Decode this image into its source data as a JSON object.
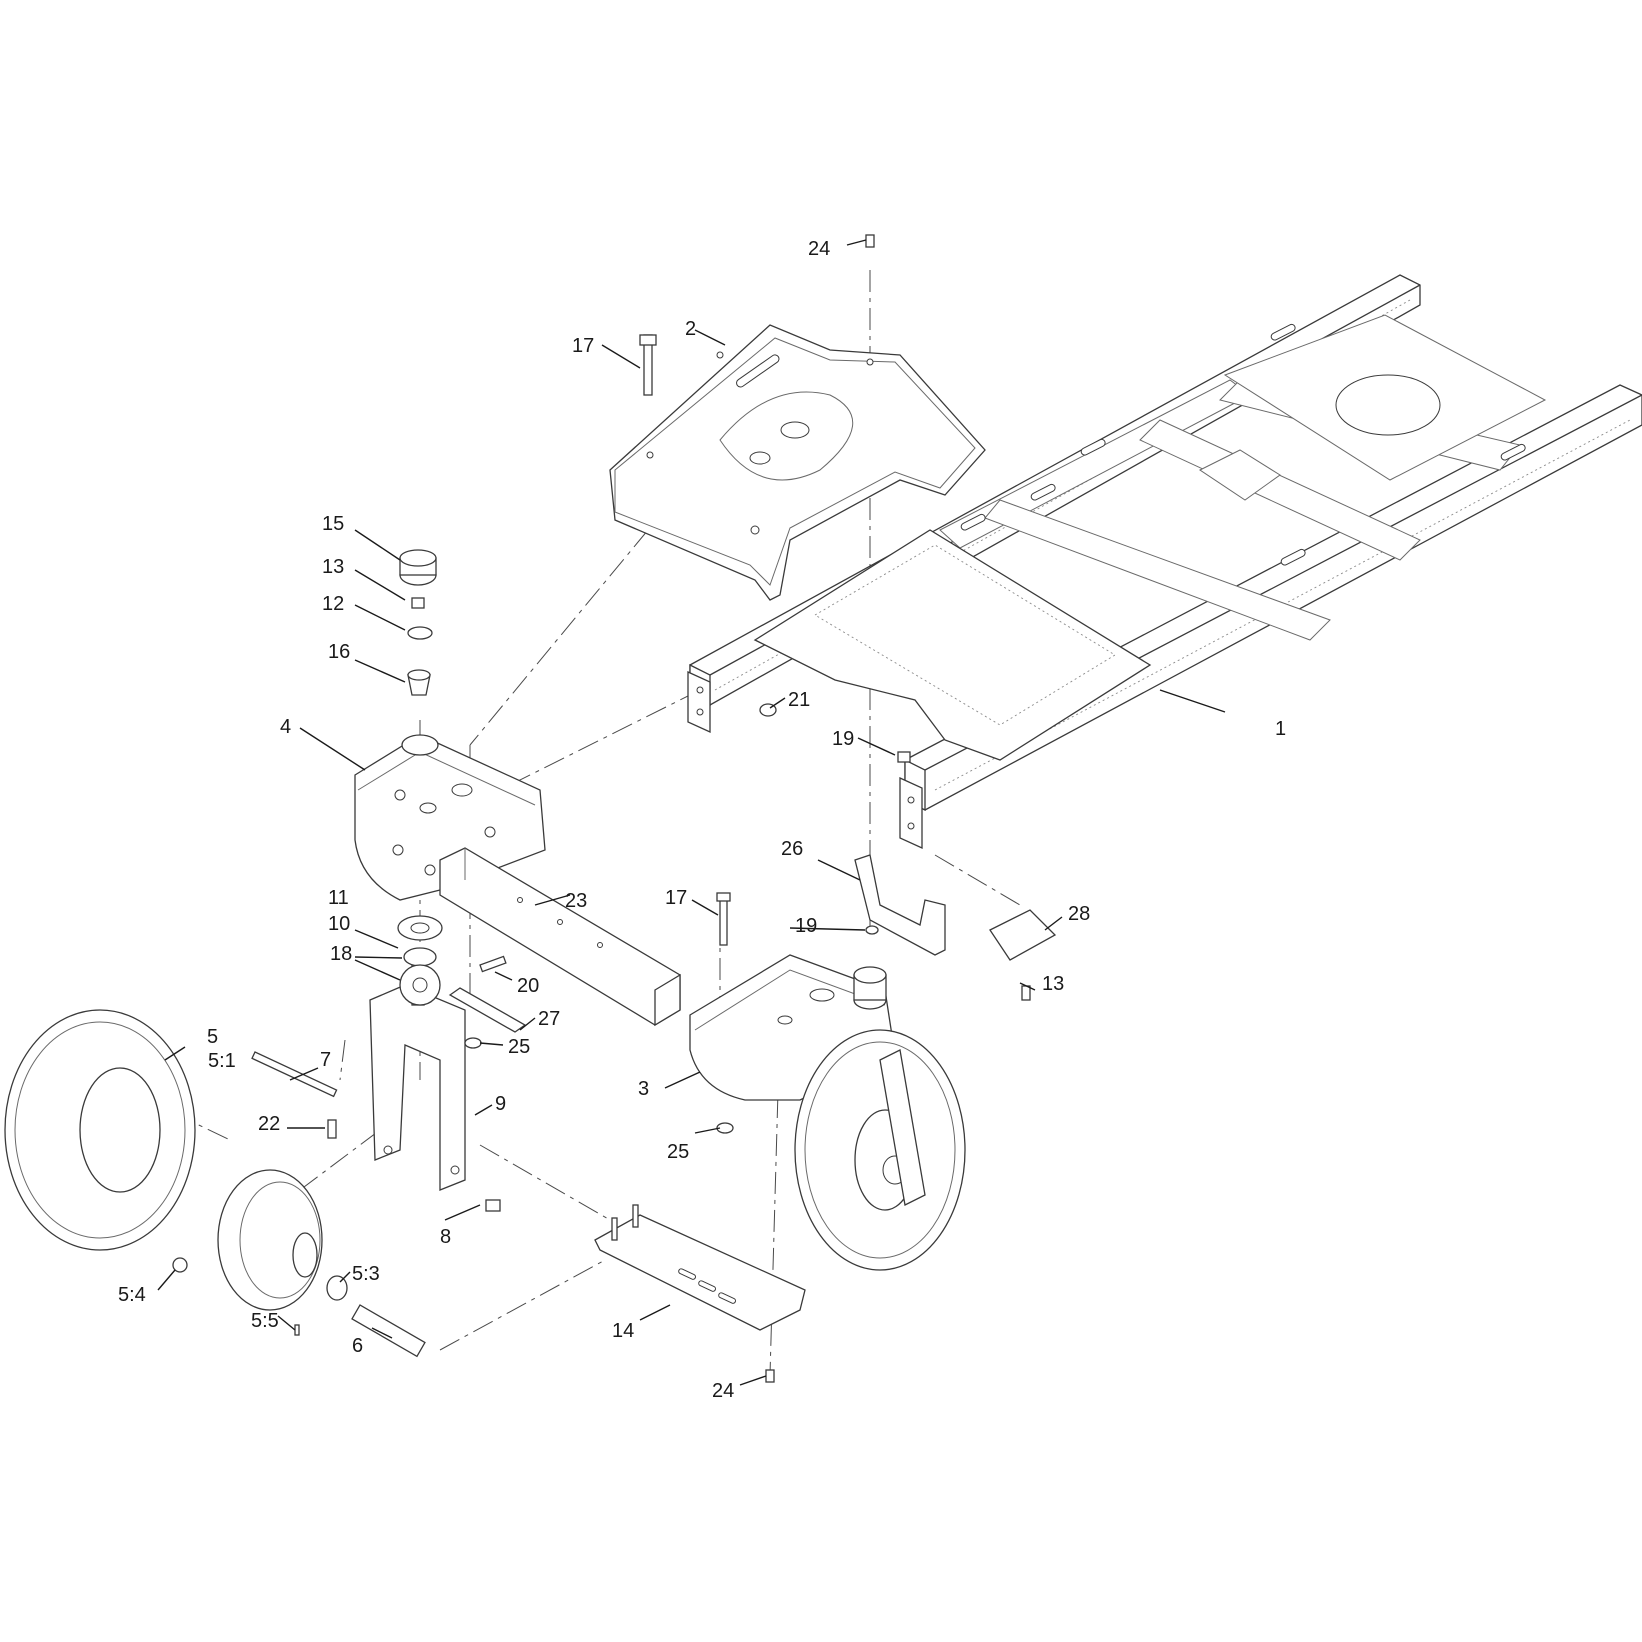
{
  "callouts": [
    {
      "id": "c1",
      "label": "1"
    },
    {
      "id": "c2",
      "label": "2"
    },
    {
      "id": "c3",
      "label": "3"
    },
    {
      "id": "c4",
      "label": "4"
    },
    {
      "id": "c5",
      "label": "5"
    },
    {
      "id": "c5-1",
      "label": "5:1"
    },
    {
      "id": "c5-3",
      "label": "5:3"
    },
    {
      "id": "c5-4",
      "label": "5:4"
    },
    {
      "id": "c5-5",
      "label": "5:5"
    },
    {
      "id": "c6",
      "label": "6"
    },
    {
      "id": "c7",
      "label": "7"
    },
    {
      "id": "c8",
      "label": "8"
    },
    {
      "id": "c9",
      "label": "9"
    },
    {
      "id": "c10",
      "label": "10"
    },
    {
      "id": "c11",
      "label": "11"
    },
    {
      "id": "c12",
      "label": "12"
    },
    {
      "id": "c13a",
      "label": "13"
    },
    {
      "id": "c13b",
      "label": "13"
    },
    {
      "id": "c14",
      "label": "14"
    },
    {
      "id": "c15",
      "label": "15"
    },
    {
      "id": "c16",
      "label": "16"
    },
    {
      "id": "c17a",
      "label": "17"
    },
    {
      "id": "c17b",
      "label": "17"
    },
    {
      "id": "c18",
      "label": "18"
    },
    {
      "id": "c19a",
      "label": "19"
    },
    {
      "id": "c19b",
      "label": "19"
    },
    {
      "id": "c20",
      "label": "20"
    },
    {
      "id": "c21",
      "label": "21"
    },
    {
      "id": "c22",
      "label": "22"
    },
    {
      "id": "c23",
      "label": "23"
    },
    {
      "id": "c24a",
      "label": "24"
    },
    {
      "id": "c24b",
      "label": "24"
    },
    {
      "id": "c25a",
      "label": "25"
    },
    {
      "id": "c25b",
      "label": "25"
    },
    {
      "id": "c26",
      "label": "26"
    },
    {
      "id": "c27",
      "label": "27"
    },
    {
      "id": "c28",
      "label": "28"
    }
  ],
  "colors": {
    "line": "#3a3a3a",
    "text": "#1a1a1a",
    "background": "#ffffff"
  }
}
